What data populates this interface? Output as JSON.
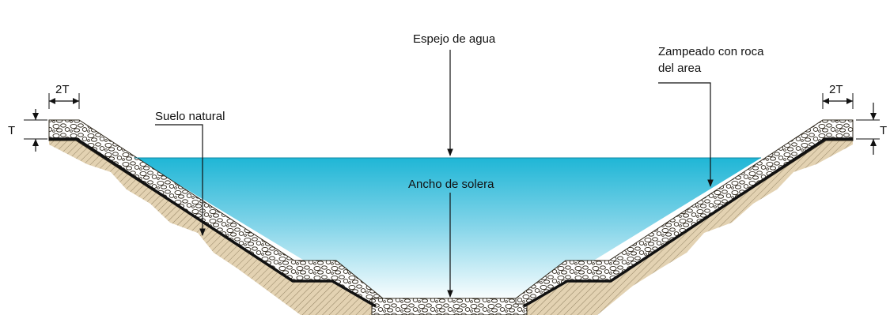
{
  "labels": {
    "espejo": "Espejo de agua",
    "zampeado_line1": "Zampeado con roca",
    "zampeado_line2": "del area",
    "suelo": "Suelo natural",
    "ancho": "Ancho de solera",
    "dim_2t_left": "2T",
    "dim_2t_right": "2T",
    "dim_t_left": "T",
    "dim_t_right": "T"
  },
  "colors": {
    "water_top": "#1fb6d6",
    "water_bottom": "#ffffff",
    "soil": "#e3d2b2",
    "soil_hatch": "#8a7a5a",
    "rock_fill": "#ffffff",
    "rock_outline": "#2b2418",
    "line": "#111111"
  }
}
